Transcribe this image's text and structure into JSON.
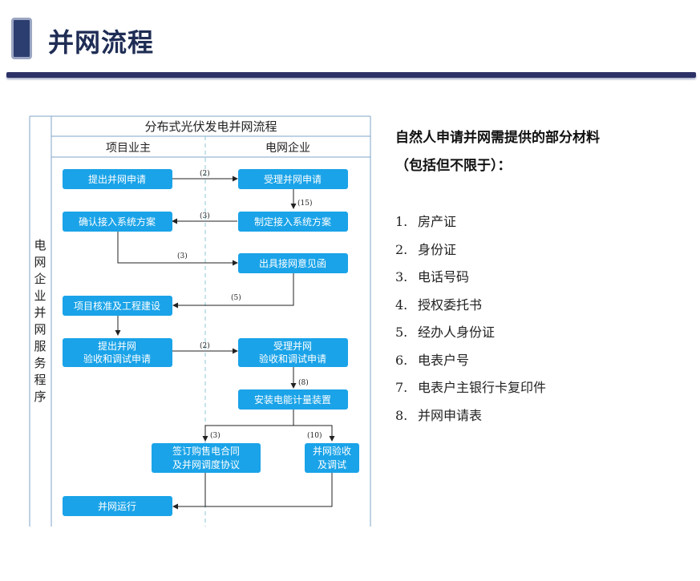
{
  "page": {
    "title": "并网流程"
  },
  "diagram": {
    "title": "分布式光伏发电并网流程",
    "side_label": [
      "电",
      "网",
      "企",
      "业",
      "并",
      "网",
      "服",
      "务",
      "程",
      "序"
    ],
    "lanes": {
      "left": "项目业主",
      "right": "电网企业"
    },
    "nodes": {
      "n1": "提出并网申请",
      "n2": "受理并网申请",
      "n3": "制定接入系统方案",
      "n4": "确认接入系统方案",
      "n5": "出具接网意见函",
      "n6": "项目核准及工程建设",
      "n7a": "提出并网",
      "n7b": "验收和调试申请",
      "n8a": "受理并网",
      "n8b": "验收和调试申请",
      "n9": "安装电能计量装置",
      "n10a": "签订购售电合同",
      "n10b": "及并网调度协议",
      "n11a": "并网验收",
      "n11b": "及调试",
      "n12": "并网运行"
    },
    "steps": {
      "s1": "(2)",
      "s2": "(15)",
      "s3": "(3)",
      "s4": "(3)",
      "s5": "(5)",
      "s6": "(2)",
      "s7": "(8)",
      "s8": "(3)",
      "s9": "(10)"
    }
  },
  "materials": {
    "heading": "自然人申请并网需提供的部分材料",
    "subheading": "（包括但不限于）：",
    "items": [
      {
        "num": "1.",
        "text": "房产证"
      },
      {
        "num": "2.",
        "text": "身份证"
      },
      {
        "num": "3.",
        "text": "电话号码"
      },
      {
        "num": "4.",
        "text": "授权委托书"
      },
      {
        "num": "5.",
        "text": "经办人身份证"
      },
      {
        "num": "6.",
        "text": "电表户号"
      },
      {
        "num": "7.",
        "text": "电表户主银行卡复印件"
      },
      {
        "num": "8.",
        "text": "并网申请表"
      }
    ]
  },
  "colors": {
    "box_fill": "#1aa3e8",
    "title_navy": "#1f2d55",
    "rule": "#2c3166",
    "frame": "#7fa6c9"
  }
}
